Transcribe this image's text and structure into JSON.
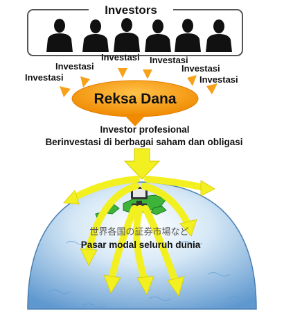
{
  "investors_box": {
    "title": "Investors",
    "person_count": 6
  },
  "investment_labels": [
    "Investasi",
    "Investasi",
    "Investasi",
    "Investasi",
    "Investasi",
    "Investasi"
  ],
  "fund": {
    "label": "Reksa Dana",
    "color": "#f39a12"
  },
  "description": {
    "line1": "Investor profesional",
    "line2": "Berinvestasi di berbagai saham dan obligasi"
  },
  "world": {
    "label_jp": "世界各国の証券市場など",
    "label_id": "Pasar modal seluruh dunia",
    "globe_color": "#7fb0dc",
    "land_color": "#3db33a",
    "arrow_color": "#f3f022"
  },
  "colors": {
    "investment_arrow": "#f7a21a",
    "box_border": "#555555"
  }
}
